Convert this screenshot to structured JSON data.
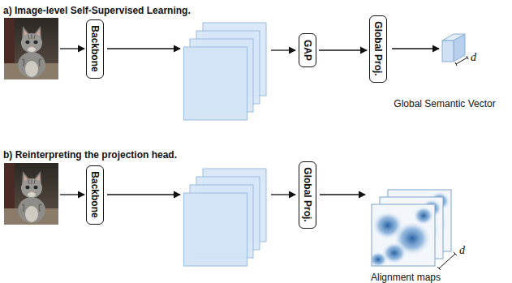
{
  "diagram": {
    "nodes": [
      {
        "text": [
          "Backbone"
        ]
      },
      {
        "text": [
          "GAP"
        ]
      },
      {
        "text": [
          "Global Proj."
        ]
      },
      {
        "text": [
          "Backbone"
        ]
      },
      {
        "text": [
          "Global Proj."
        ]
      }
    ],
    "edges": [
      {
        "from": 1,
        "to": 2,
        "arrow": "to"
      }
    ],
    "labels": [
      "a) Image-level Self-Supervised Learning.",
      "d",
      "Global Semantic Vector",
      "b) Reinterpreting the projection head.",
      "d",
      "Alignment maps"
    ]
  }
}
